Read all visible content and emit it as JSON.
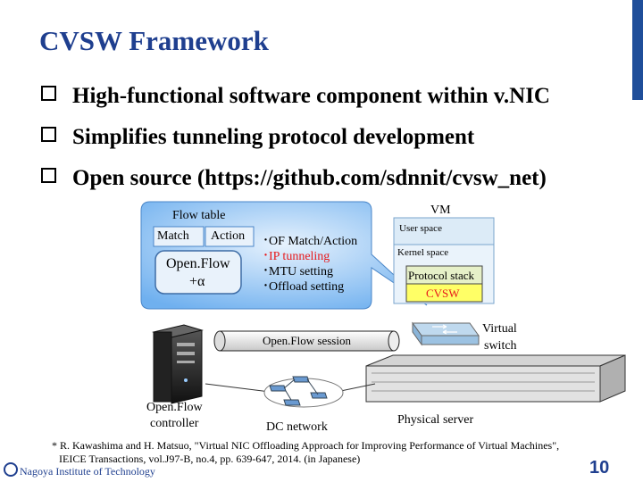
{
  "slide": {
    "title": "CVSW Framework",
    "bullets": [
      "High-functional software component within v.NIC",
      "Simplifies tunneling protocol development",
      "Open source (https://github.com/sdnnit/cvsw_net)"
    ],
    "page_number": "10",
    "footer_org": "Nagoya Institute of Technology",
    "reference_line1": "* R. Kawashima and H. Matsuo, \"Virtual NIC Offloading Approach for Improving Performance of Virtual Machines\",",
    "reference_line2": "IEICE Transactions, vol.J97-B, no.4, pp. 639-647, 2014. (in Japanese)"
  },
  "diagram": {
    "flow_table_label": "Flow table",
    "match_label": "Match",
    "action_label": "Action",
    "openflow_label": "Open.Flow",
    "alpha_label": "+α",
    "features": [
      "･OF Match/Action",
      "･IP tunneling",
      "･MTU setting",
      "･Offload setting"
    ],
    "vm_label": "VM",
    "user_space_label": "User space",
    "kernel_space_label": "Kernel space",
    "protocol_stack_label": "Protocol stack",
    "cvsw_label": "CVSW",
    "openflow_session_label": "Open.Flow session",
    "virtual_switch_line1": "Virtual",
    "virtual_switch_line2": "switch",
    "controller_line1": "Open.Flow",
    "controller_line2": "controller",
    "dc_network_label": "DC network",
    "physical_server_label": "Physical server"
  },
  "colors": {
    "title": "#1f3f8f",
    "highlight_red": "#e8191b",
    "callout_blue": "#79b6f0",
    "vm_box": "#dcebf7",
    "cvsw_fill": "#ffff66",
    "protocol_fill": "#e6f0c8"
  }
}
